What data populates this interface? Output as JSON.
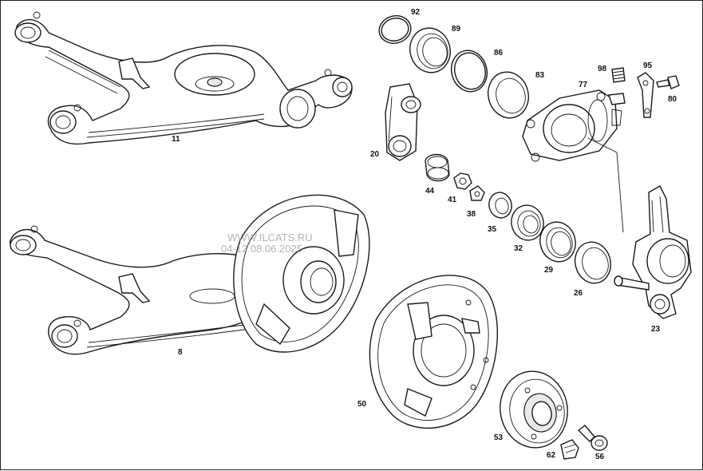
{
  "labels": {
    "p11": "11",
    "p8": "8",
    "p92": "92",
    "p89": "89",
    "p86": "86",
    "p83": "83",
    "p20": "20",
    "p44": "44",
    "p41": "41",
    "p38": "38",
    "p35": "35",
    "p32": "32",
    "p29": "29",
    "p26": "26",
    "p77": "77",
    "p98": "98",
    "p95": "95",
    "p80": "80",
    "p23": "23",
    "p50": "50",
    "p53": "53",
    "p62": "62",
    "p56": "56"
  },
  "watermark": {
    "line1": "WWW.ILCATS.RU",
    "line2": "04-12 08.06.2025"
  },
  "colors": {
    "ink": "#1a1a1a",
    "paper": "#ffffff",
    "watermark": "#9a9a9a"
  }
}
